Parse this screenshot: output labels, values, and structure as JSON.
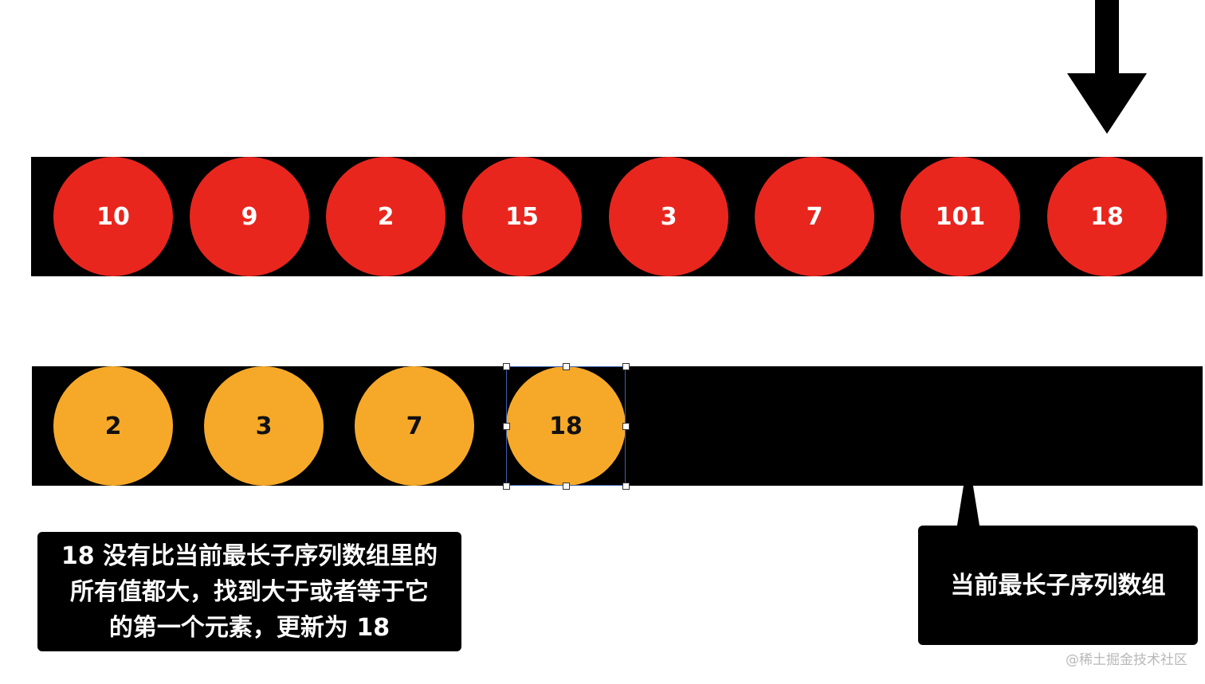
{
  "colors": {
    "band": "#000000",
    "input_circle": "#e8261e",
    "lis_circle": "#f6a929",
    "selection_border": "#3a5fb0"
  },
  "input_array": {
    "values": [
      "10",
      "9",
      "2",
      "15",
      "3",
      "7",
      "101",
      "18"
    ]
  },
  "lis_array": {
    "values": [
      "2",
      "3",
      "7",
      "18"
    ]
  },
  "explanation": {
    "lines": [
      "18 没有比当前最长子序列数组里的",
      "所有值都大，找到大于或者等于它",
      "的第一个元素，更新为 18"
    ]
  },
  "lis_callout": {
    "label": "当前最长子序列数组"
  },
  "watermark": "@稀土掘金技术社区"
}
